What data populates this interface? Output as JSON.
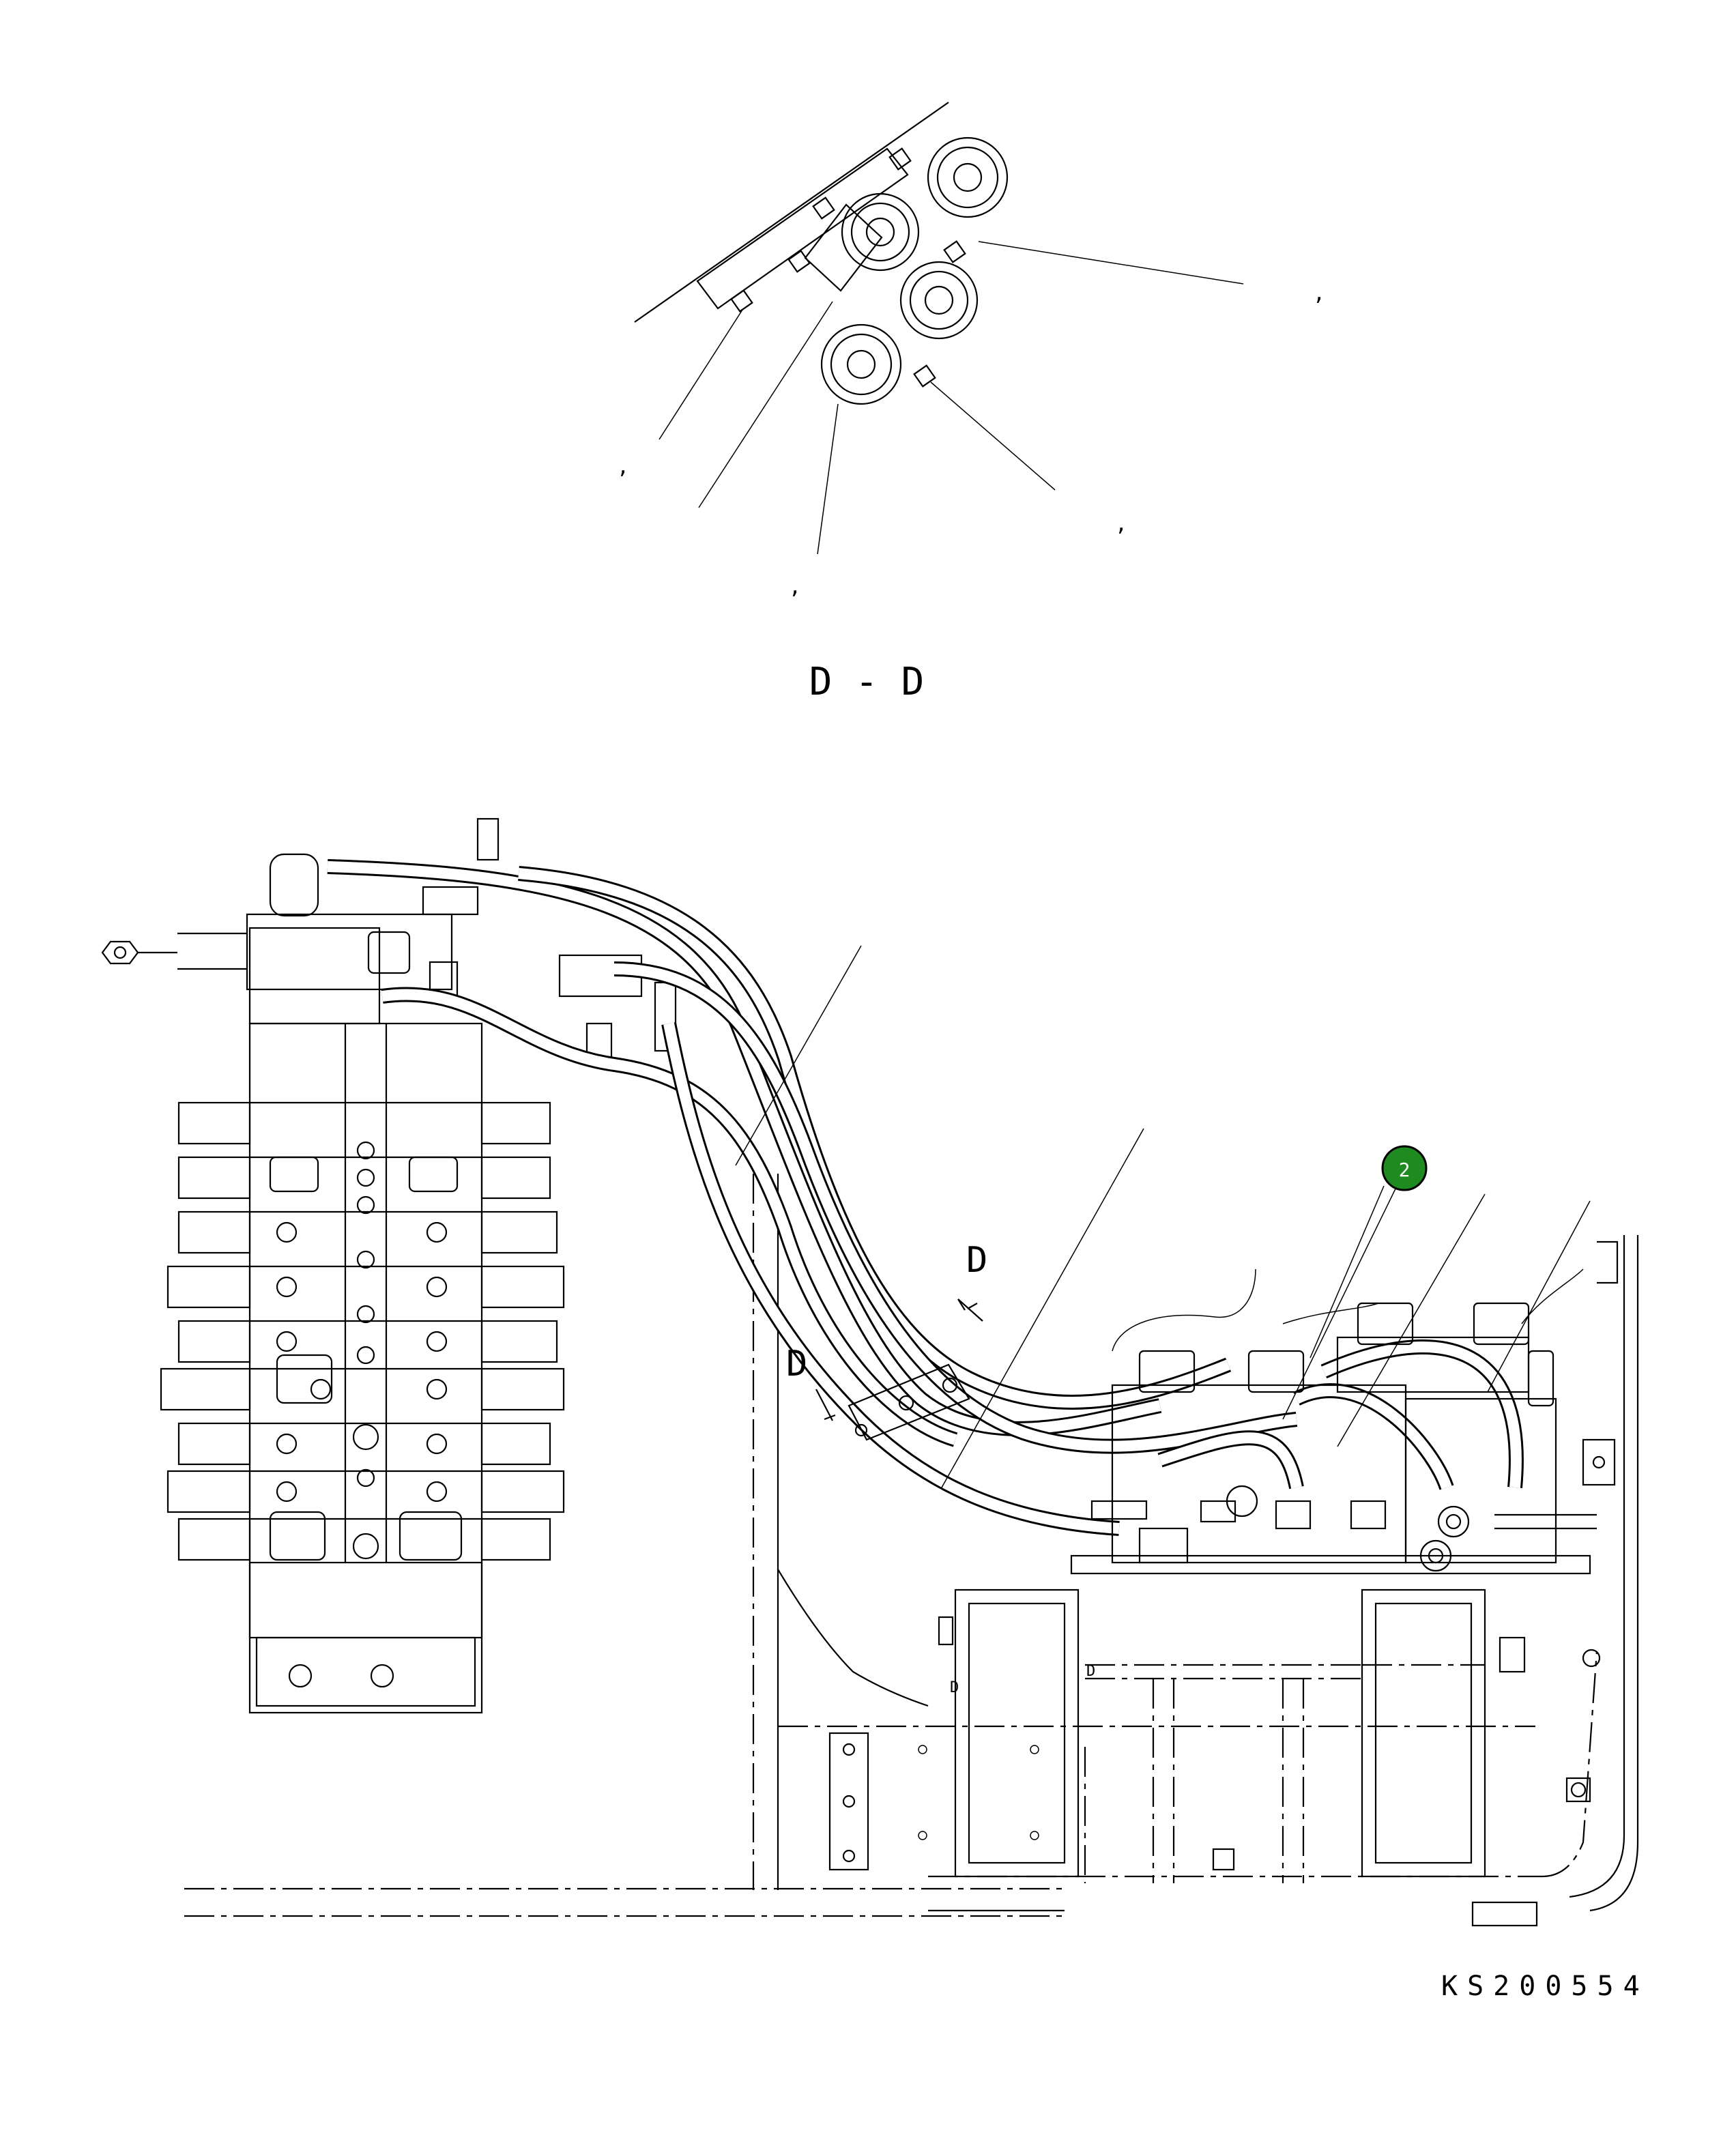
{
  "section_view": {
    "title": "D - D",
    "callout_commas": [
      ",",
      ",",
      ",",
      ","
    ]
  },
  "main_view": {
    "section_marks": [
      "D",
      "D"
    ],
    "small_marks": [
      "D",
      "D"
    ],
    "callout": {
      "number": "2",
      "color": "#1f8a1f"
    }
  },
  "drawing_code": "KS200554"
}
